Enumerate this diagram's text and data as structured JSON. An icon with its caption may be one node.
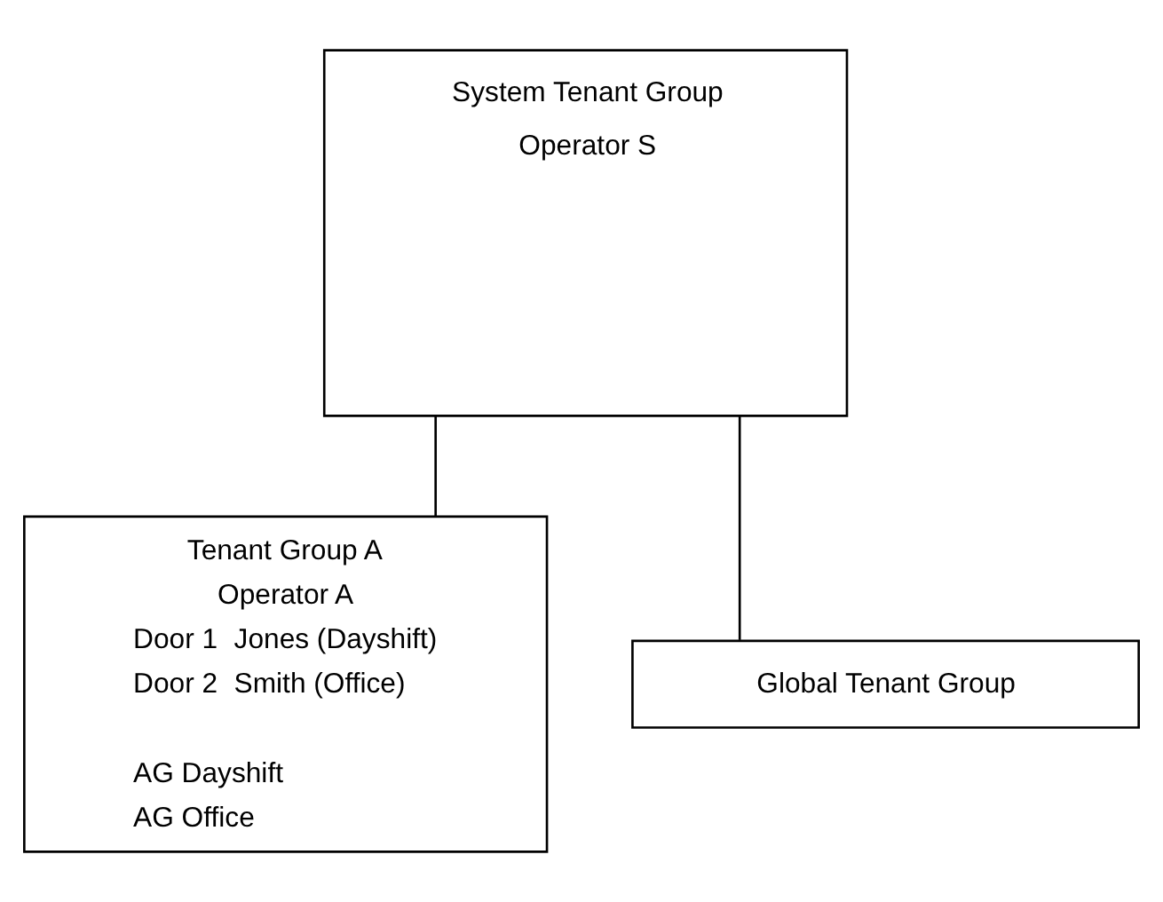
{
  "diagram": {
    "nodes": [
      {
        "text": [
          "System Tenant Group",
          "Operator S"
        ]
      },
      {
        "text": [
          "Tenant Group A",
          "Operator A",
          "Door 1",
          "Jones (Dayshift)",
          "Door 2",
          "Smith (Office)",
          "AG Dayshift",
          "AG Office"
        ]
      },
      {
        "text": [
          "Global Tenant Group"
        ]
      }
    ],
    "edges": [
      {
        "from": 0,
        "to": 1,
        "arrow": "none"
      },
      {
        "from": 0,
        "to": 2,
        "arrow": "none"
      }
    ]
  }
}
